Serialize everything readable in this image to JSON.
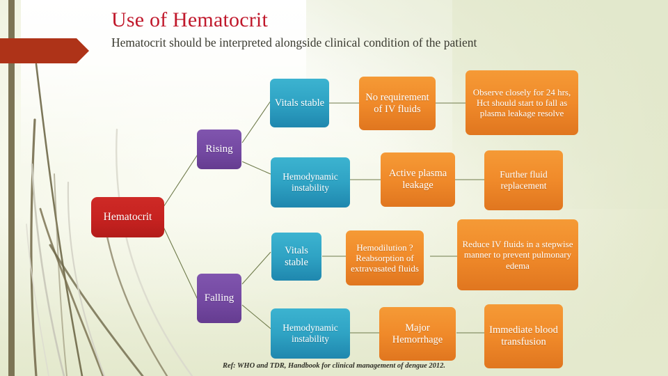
{
  "slide": {
    "title": "Use of Hematocrit",
    "subtitle": "Hematocrit should be interpreted alongside  clinical condition of the patient",
    "footer_reference": "Ref: WHO and TDR, Handbook for clinical management of dengue 2012."
  },
  "colors": {
    "title_red": "#C0182B",
    "root_node": "#C62220",
    "trend_node": "#7449A2",
    "status_node": "#2FA3C4",
    "action_node": "#F08A2A",
    "connector_line": "#6E7A4A",
    "accent_arrow": "#AE3318",
    "side_bar": "#7C7455",
    "background": "#F3F5EA"
  },
  "diagram": {
    "root": {
      "label": "Hematocrit"
    },
    "branches": [
      {
        "label": "Rising"
      },
      {
        "label": "Falling"
      }
    ],
    "rows": [
      {
        "branch": "Rising",
        "status": "Vitals stable",
        "finding": "No requirement of IV fluids",
        "action": "Observe closely for 24 hrs, Hct should start to fall as plasma leakage resolve"
      },
      {
        "branch": "Rising",
        "status": "Hemodynamic instability",
        "finding": "Active plasma leakage",
        "action": "Further fluid replacement"
      },
      {
        "branch": "Falling",
        "status": "Vitals stable",
        "finding": "Hemodilution ?Reabsorption of extravasated fluids",
        "action": "Reduce IV fluids in a stepwise manner to prevent pulmonary edema"
      },
      {
        "branch": "Falling",
        "status": "Hemodynamic instability",
        "finding": "Major Hemorrhage",
        "action": "Immediate blood transfusion"
      }
    ]
  }
}
